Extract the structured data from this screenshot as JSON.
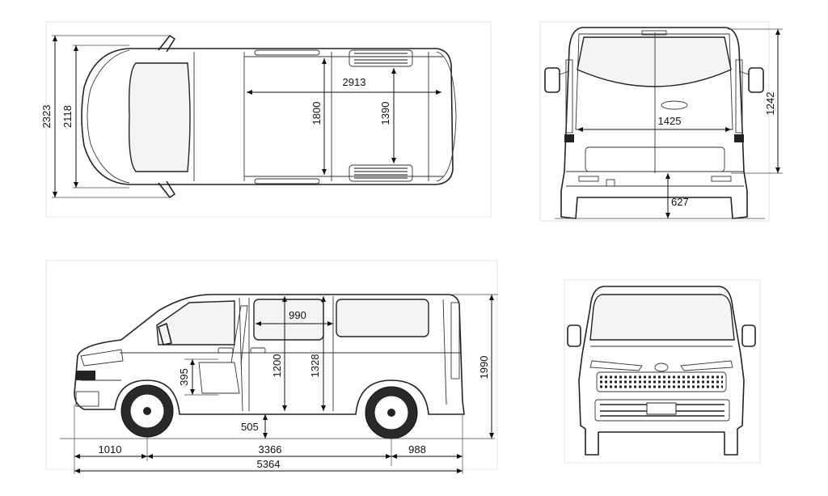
{
  "dimensions": {
    "top_view": {
      "overall_width": "2323",
      "body_width": "2118",
      "cargo_length": "2913",
      "cargo_width": "1800",
      "wheel_arch_width": "1390"
    },
    "rear_view": {
      "opening_height": "1242",
      "opening_width": "1425",
      "load_height": "627"
    },
    "side_view": {
      "sliding_door_width": "990",
      "door_opening_height": "1200",
      "interior_height": "1328",
      "seat_height": "395",
      "overall_height": "1990",
      "step_height": "505",
      "front_overhang": "1010",
      "wheelbase": "3366",
      "rear_overhang": "988",
      "overall_length": "5364"
    }
  }
}
